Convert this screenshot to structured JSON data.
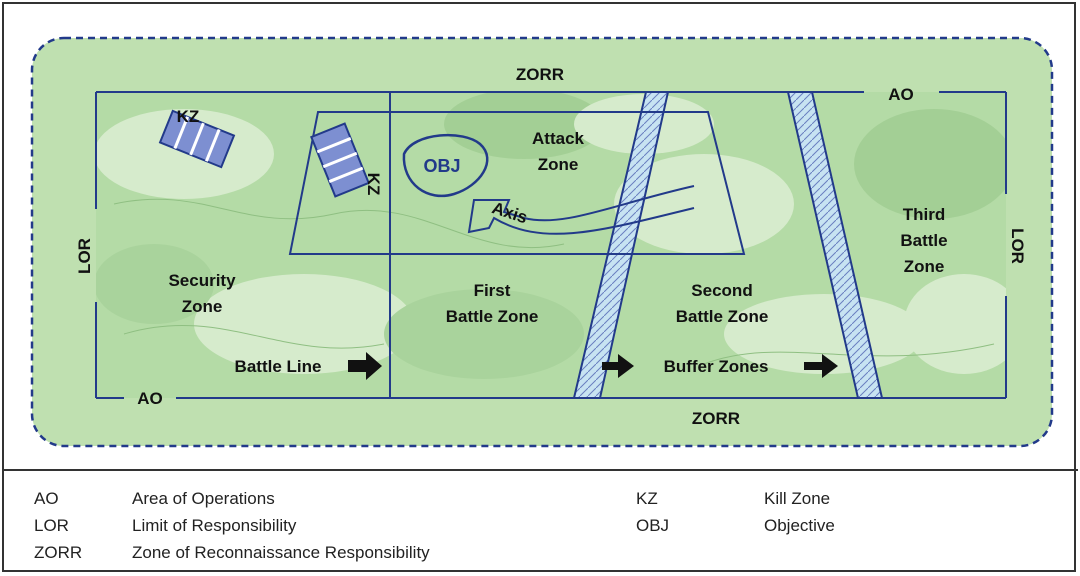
{
  "diagram": {
    "labels": {
      "zorr_top": "ZORR",
      "zorr_bottom": "ZORR",
      "ao_top": "AO",
      "ao_bottom": "AO",
      "lor_left": "LOR",
      "lor_right": "LOR",
      "kz_left": "KZ",
      "kz_center": "KZ",
      "obj": "OBJ",
      "attack_zone_1": "Attack",
      "attack_zone_2": "Zone",
      "axis": "Axis",
      "security_zone_1": "Security",
      "security_zone_2": "Zone",
      "first_battle_1": "First",
      "first_battle_2": "Battle Zone",
      "second_battle_1": "Second",
      "second_battle_2": "Battle Zone",
      "third_battle_1": "Third",
      "third_battle_2": "Battle",
      "third_battle_3": "Zone",
      "battle_line": "Battle Line",
      "buffer_zones": "Buffer Zones"
    },
    "colors": {
      "zorr_fill": "#bfe0b0",
      "terrain_dark": "#a9d39c",
      "terrain_light": "#d6ebcc",
      "line_blue": "#223a8a",
      "kz_fill": "#7d8fd1"
    }
  },
  "legend": {
    "left": [
      {
        "abbr": "AO",
        "desc": "Area of Operations"
      },
      {
        "abbr": "LOR",
        "desc": "Limit of Responsibility"
      },
      {
        "abbr": "ZORR",
        "desc": "Zone of Reconnaissance Responsibility"
      }
    ],
    "right": [
      {
        "abbr": "KZ",
        "desc": "Kill Zone"
      },
      {
        "abbr": "OBJ",
        "desc": "Objective"
      }
    ]
  }
}
